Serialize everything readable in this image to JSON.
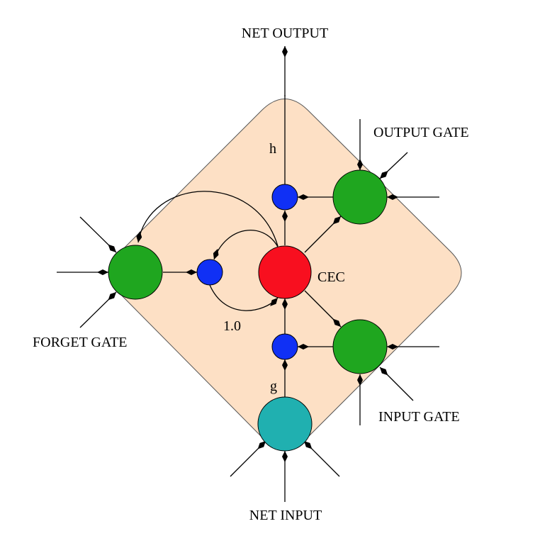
{
  "labels": {
    "net_output": "NET OUTPUT",
    "net_input": "NET INPUT",
    "output_gate": "OUTPUT GATE",
    "input_gate": "INPUT GATE",
    "forget_gate": "FORGET GATE",
    "cec": "CEC",
    "h": "h",
    "g": "g",
    "weight": "1.0"
  },
  "colors": {
    "cell_background": "#fde0c5",
    "gate": "#1fa61f",
    "cec": "#f80f1f",
    "multiplier": "#1030f5",
    "input_unit": "#20b0b0"
  }
}
